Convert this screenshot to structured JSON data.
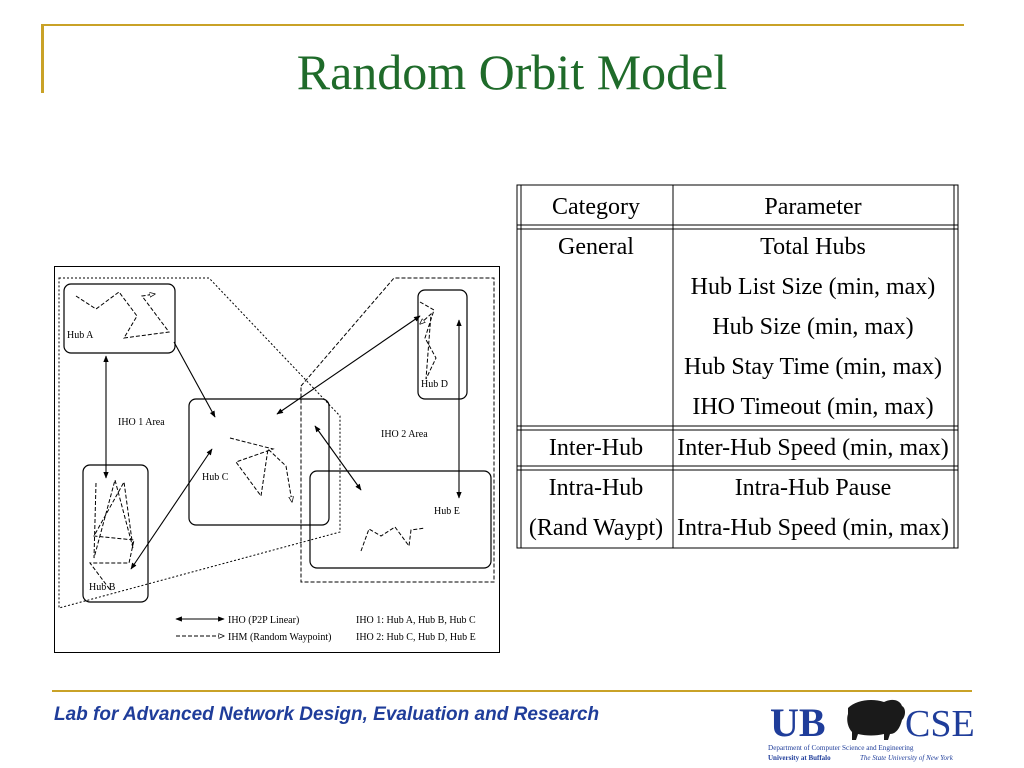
{
  "slide": {
    "title": "Random Orbit Model",
    "footer": "Lab for Advanced Network Design, Evaluation and Research"
  },
  "diagram": {
    "hub_labels": [
      "Hub A",
      "Hub B",
      "Hub C",
      "Hub D",
      "Hub E"
    ],
    "area_labels": [
      "IHO 1 Area",
      "IHO 2 Area"
    ],
    "legend": {
      "iho": "IHO (P2P Linear)",
      "ihm": "IHM (Random Waypoint)",
      "iho1": "IHO 1: Hub A, Hub B, Hub C",
      "iho2": "IHO 2: Hub C, Hub D, Hub E"
    }
  },
  "table": {
    "headers": [
      "Category",
      "Parameter"
    ],
    "groups": [
      {
        "category": [
          "General"
        ],
        "params": [
          "Total Hubs",
          "Hub List Size (min, max)",
          "Hub Size (min, max)",
          "Hub Stay Time (min, max)",
          "IHO Timeout (min, max)"
        ]
      },
      {
        "category": [
          "Inter-Hub"
        ],
        "params": [
          "Inter-Hub Speed (min, max)"
        ]
      },
      {
        "category": [
          "Intra-Hub",
          "(Rand Waypt)"
        ],
        "params": [
          "Intra-Hub Pause",
          "Intra-Hub Speed (min, max)"
        ]
      }
    ]
  },
  "logo": {
    "ub": "UB",
    "cse": "CSE",
    "dept": "Department of Computer Science and Engineering",
    "univ": "University at Buffalo",
    "suny": "The State University of New York"
  },
  "colors": {
    "title": "#1f6b2a",
    "accent_bar": "#c9a227",
    "footer_text": "#1f3d9a"
  }
}
